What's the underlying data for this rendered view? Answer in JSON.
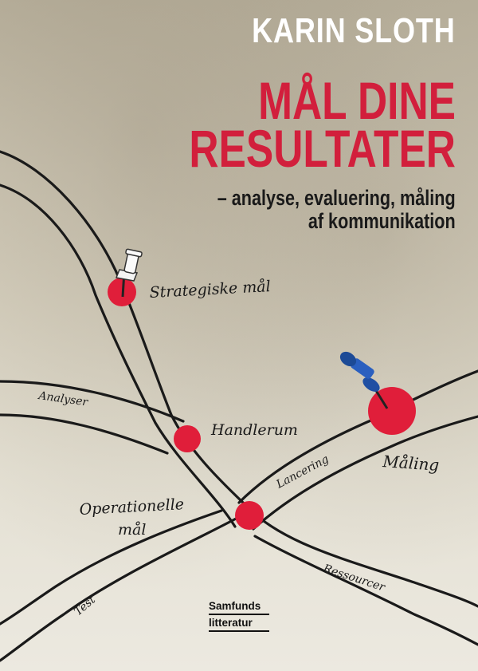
{
  "cover": {
    "author": "KARIN SLOTH",
    "title_line1": "MÅL DINE",
    "title_line2": "RESULTATER",
    "subtitle_line1": "– analyse, evaluering, måling",
    "subtitle_line2": "af kommunikation",
    "publisher_line1": "Samfunds",
    "publisher_line2": "litteratur",
    "colors": {
      "title": "#d21f3c",
      "author": "#ffffff",
      "marker": "#e01e3a",
      "road": "#1a1a1a"
    }
  },
  "map": {
    "labels": {
      "strategiske_maal": "Strategiske mål",
      "analyser": "Analyser",
      "handlerum": "Handlerum",
      "lancering": "Lancering",
      "maaling": "Måling",
      "operationelle_1": "Operationelle",
      "operationelle_2": "mål",
      "ressourcer": "Ressourcer",
      "test": "Test"
    },
    "icons": [
      "white-pushpin-icon",
      "blue-pushpin-icon"
    ]
  }
}
